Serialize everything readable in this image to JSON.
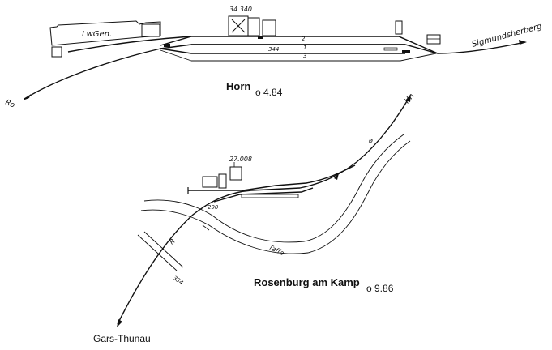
{
  "horn": {
    "title": "Horn",
    "km": "o 4.84",
    "labels": {
      "building_no": "34.340",
      "lager": "LwGen.",
      "toward_left": "Ro",
      "toward_right": "Sigmundsherberg",
      "track_1": "1",
      "track_2": "2",
      "track_3": "3",
      "track_km": "344"
    }
  },
  "rosenburg": {
    "title": "Rosenburg am Kamp",
    "km": "o 9.86",
    "labels": {
      "building_no": "27.008",
      "toward_bottom": "Gars-Thunau",
      "toward_top": "Hn",
      "river": "Taffa",
      "track_km": "290",
      "bridge_km": "334",
      "mark_r": "R"
    }
  }
}
